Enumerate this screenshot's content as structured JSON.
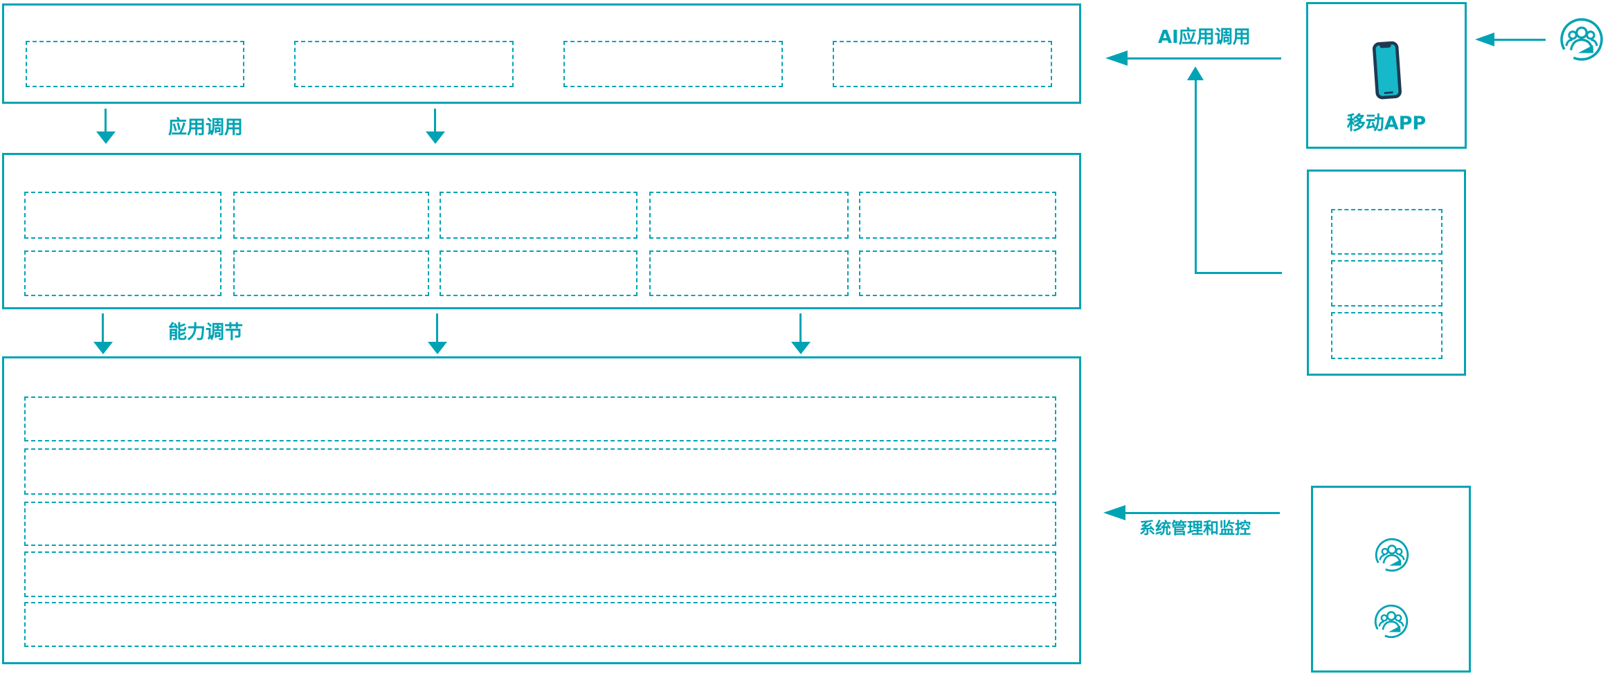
{
  "colors": {
    "accent": "#00a3b4",
    "phone_screen": "#16b8c9",
    "phone_outline": "#1e3a52",
    "background": "#ffffff"
  },
  "labels": {
    "app_call": "应用调用",
    "capability_adjust": "能力调节",
    "ai_app_call": "AI应用调用",
    "system_management": "系统管理和监控",
    "mobile_app": "移动APP"
  },
  "icons": {
    "phone": "mobile-phone-icon",
    "users_group": "users-group-icon"
  },
  "structure": {
    "top_layer_slots": 4,
    "middle_layer_rows": 2,
    "middle_layer_cols": 5,
    "bottom_layer_strips": 5,
    "right_panel_slots": 3,
    "admin_user_icons": 2
  }
}
